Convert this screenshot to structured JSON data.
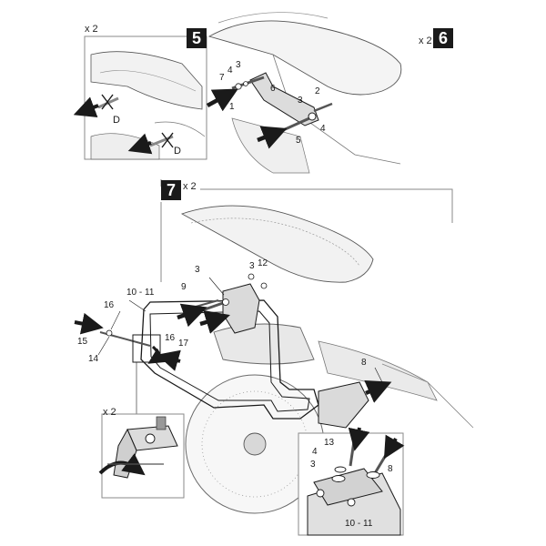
{
  "panel5": {
    "step": "5",
    "multiplier": "x 2",
    "labels": {
      "d_top": "D",
      "d_bottom": "D"
    }
  },
  "panel6": {
    "step": "6",
    "multiplier": "x 2",
    "callouts": {
      "c7": "7",
      "c4": "4",
      "c3a": "3",
      "c6": "6",
      "c1": "1",
      "c3b": "3",
      "c2": "2",
      "c4b": "4",
      "c5": "5"
    }
  },
  "panel7": {
    "step": "7",
    "multiplier": "x 2",
    "callouts": {
      "c3a": "3",
      "c12": "12",
      "c3b": "3",
      "c9": "9",
      "c10_11": "10 - 11",
      "c16a": "16",
      "c15": "15",
      "c14": "14",
      "c16b": "16",
      "c17": "17",
      "c8": "8"
    }
  },
  "inset_bottom_left": {
    "multiplier": "x 2"
  },
  "inset_bottom_right": {
    "callouts": {
      "c13": "13",
      "c4": "4",
      "c3": "3",
      "c8": "8",
      "c10_11": "10 - 11"
    }
  },
  "colors": {
    "frame": "#8a8a8a",
    "line": "#2a2a2a",
    "fill": "#e6e6e6",
    "dark": "#1a1a1a"
  }
}
